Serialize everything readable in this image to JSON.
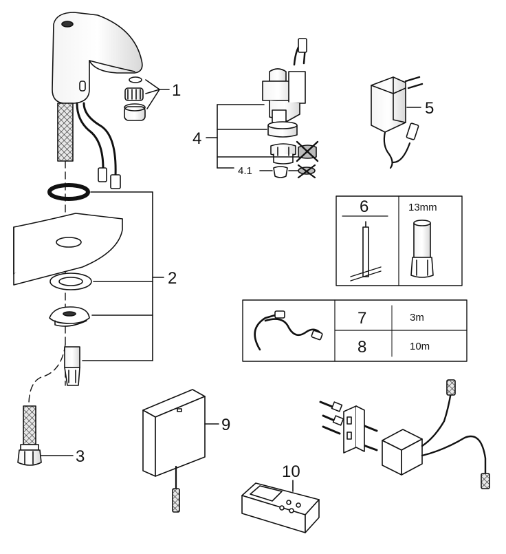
{
  "callouts": {
    "c1": "1",
    "c2": "2",
    "c3": "3",
    "c4": "4",
    "c41": "4.1",
    "c5": "5",
    "c9": "9",
    "c10": "10"
  },
  "tool_box": {
    "number": "6",
    "size": "13mm"
  },
  "cable_table": {
    "rows": [
      {
        "number": "7",
        "length": "3m"
      },
      {
        "number": "8",
        "length": "10m"
      }
    ]
  }
}
